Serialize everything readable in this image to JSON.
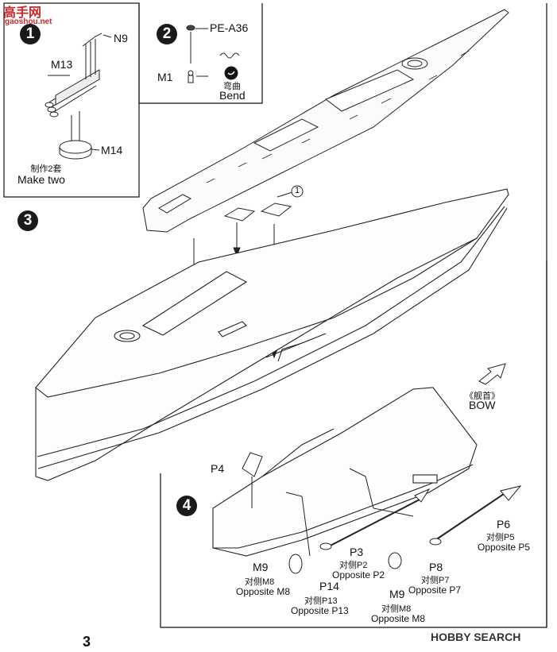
{
  "watermark_top": {
    "logo": "高手网",
    "url": "gaoshou.net"
  },
  "watermark_bottom": {
    "logo": "HOBBY SEARCH"
  },
  "page_number": "3",
  "steps": [
    {
      "number": "1",
      "parts": [
        "N9",
        "M13",
        "M14"
      ],
      "note_cn": "制作2套",
      "note_en": "Make two"
    },
    {
      "number": "2",
      "parts": [
        "PE-A36",
        "M1"
      ],
      "note_cn": "弯曲",
      "note_en": "Bend"
    },
    {
      "number": "3",
      "callout": "1"
    },
    {
      "number": "4"
    }
  ],
  "step4_labels": {
    "p4": "P4",
    "p6": "P6",
    "p6_cn": "对侧P5",
    "p6_en": "Opposite P5",
    "p8": "P8",
    "p8_cn": "对侧P7",
    "p8_en": "Opposite P7",
    "p3": "P3",
    "p3_cn": "对侧P2",
    "p3_en": "Opposite P2",
    "m9a": "M9",
    "m9a_cn": "对侧M8",
    "m9a_en": "Opposite M8",
    "p14": "P14",
    "p14_cn": "对侧P13",
    "p14_en": "Opposite P13",
    "m9b": "M9",
    "m9b_cn": "对侧M8",
    "m9b_en": "Opposite M8"
  },
  "bow": {
    "cn": "《舰首》",
    "en": "BOW"
  }
}
